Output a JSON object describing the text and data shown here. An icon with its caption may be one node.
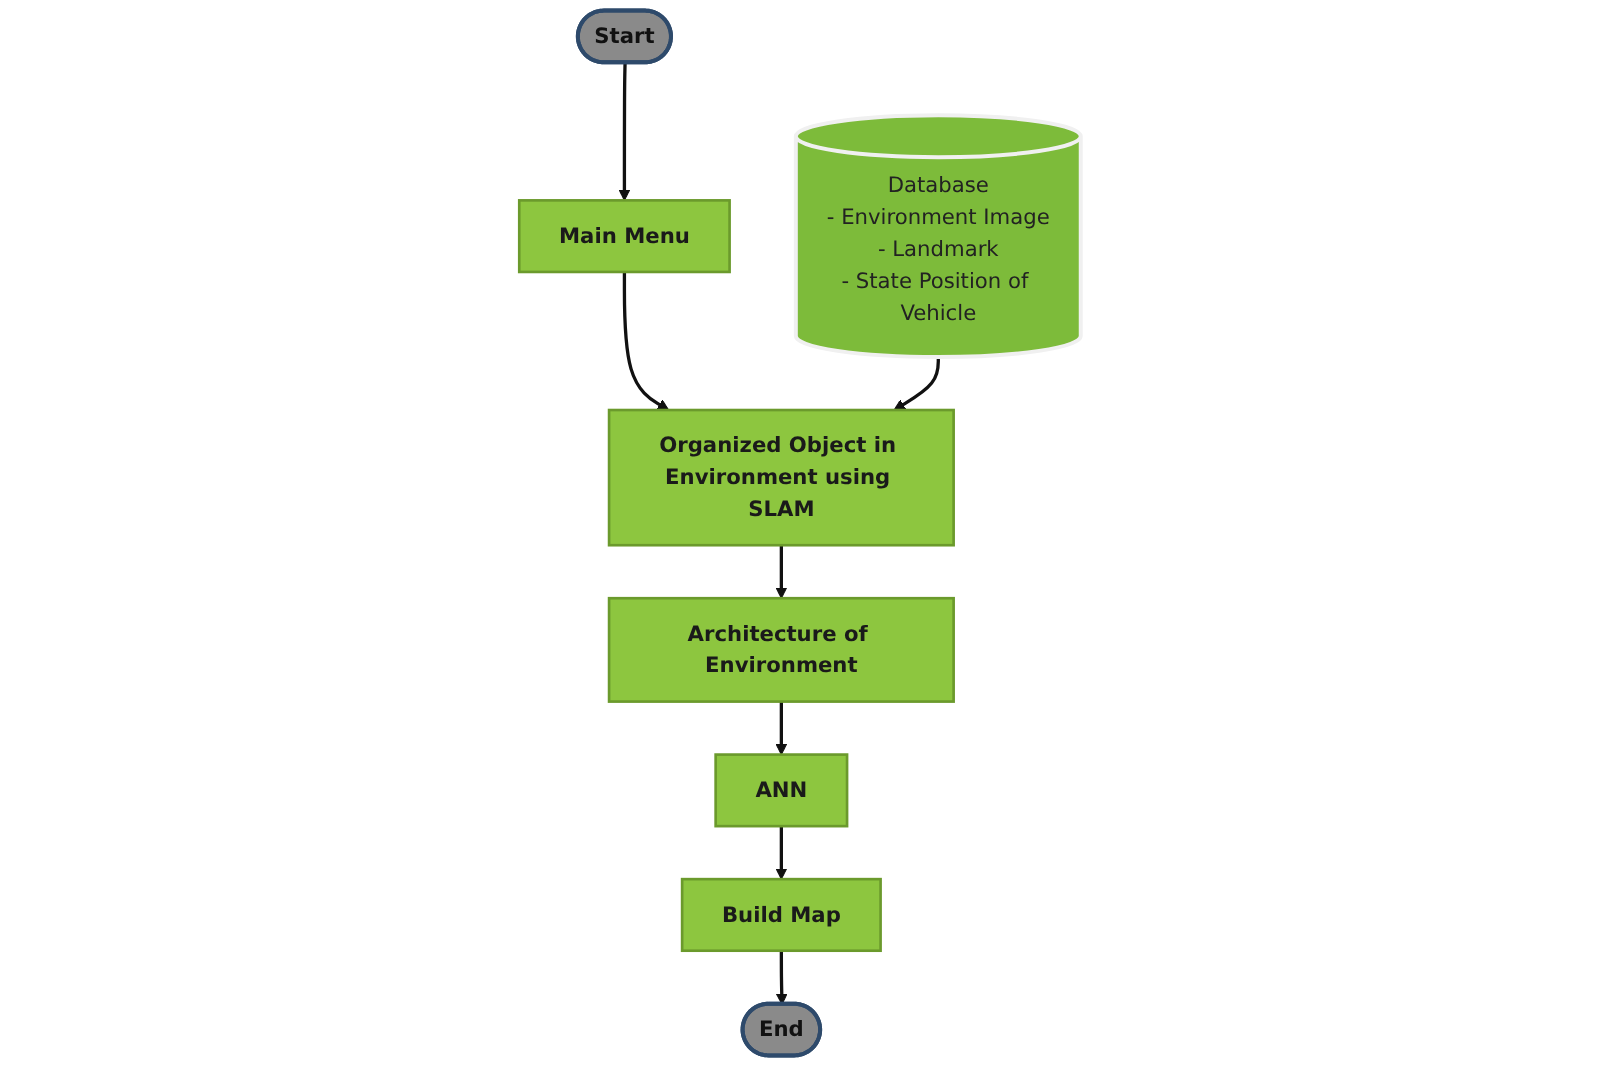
{
  "diagram": {
    "nodes": [
      {
        "text": [
          "Start"
        ]
      },
      {
        "text": [
          "Main Menu"
        ]
      },
      {
        "text": [
          "Database",
          "- Environment Image",
          "- Landmark",
          "- State Position of Vehicle"
        ]
      },
      {
        "text": [
          "Organized Object in Environment using SLAM"
        ]
      },
      {
        "text": [
          "Architecture of Environment"
        ]
      },
      {
        "text": [
          "ANN"
        ]
      },
      {
        "text": [
          "Build Map"
        ]
      },
      {
        "text": [
          "End"
        ]
      }
    ],
    "edges": [
      {
        "from": 0,
        "to": 1,
        "arrow": "to"
      },
      {
        "from": 1,
        "to": 3,
        "arrow": "to"
      },
      {
        "from": 2,
        "to": 3,
        "arrow": "to"
      },
      {
        "from": 3,
        "to": 4,
        "arrow": "to"
      },
      {
        "from": 4,
        "to": 5,
        "arrow": "to"
      },
      {
        "from": 5,
        "to": 6,
        "arrow": "to"
      },
      {
        "from": 6,
        "to": 7,
        "arrow": "to"
      }
    ]
  }
}
